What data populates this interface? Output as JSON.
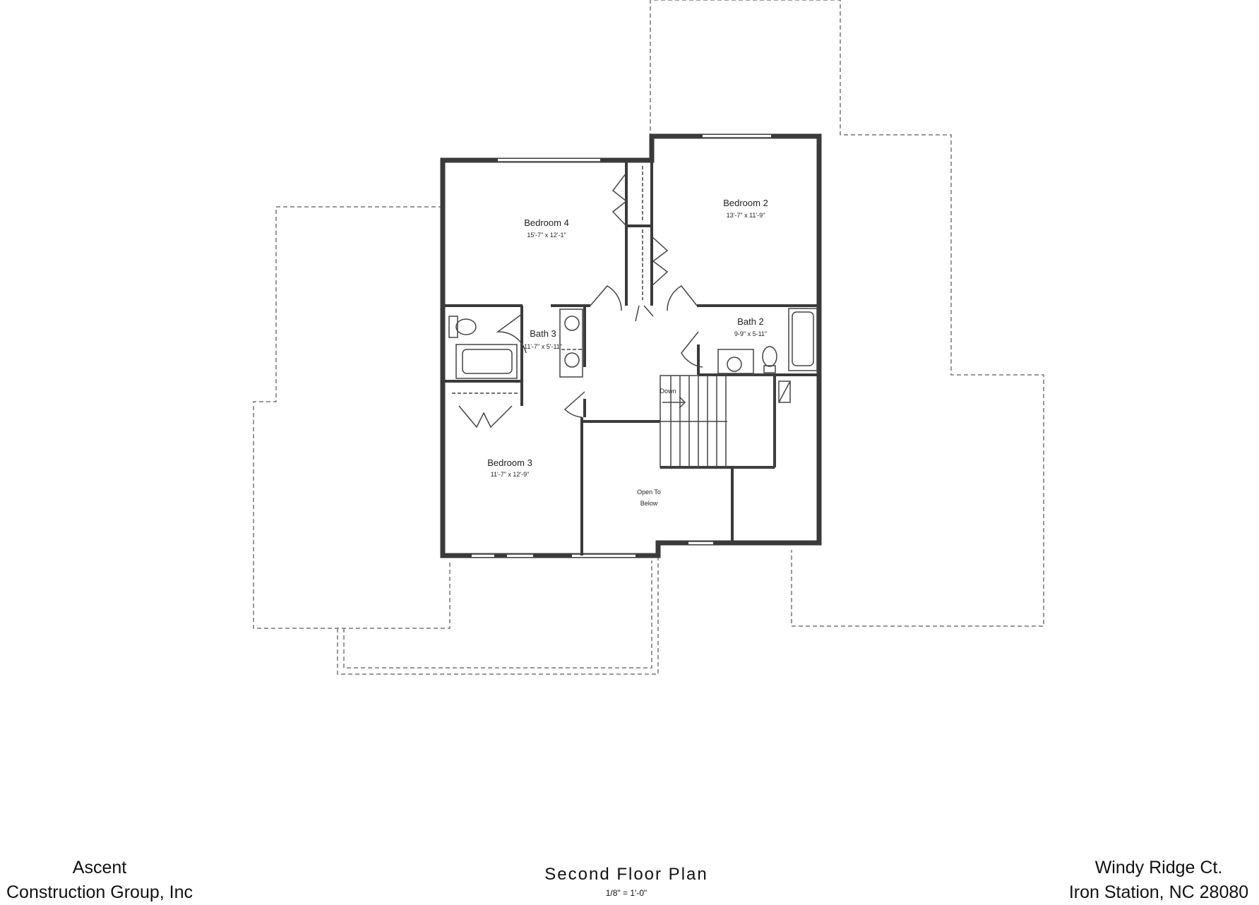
{
  "plan": {
    "title": "Second Floor Plan",
    "scale": "1/8\" = 1'-0\"",
    "rooms": [
      {
        "name": "Bedroom 4",
        "size": "15'-7\" x 12'-1\""
      },
      {
        "name": "Bedroom 2",
        "size": "13'-7\" x 11'-9\""
      },
      {
        "name": "Bath 3",
        "size": "11'-7\" x 5'-11\""
      },
      {
        "name": "Bath 2",
        "size": "9-9\" x 5-11\""
      },
      {
        "name": "Bedroom 3",
        "size": "11'-7\" x 12'-9\""
      }
    ],
    "open_to_below": [
      "Open To",
      "Below"
    ],
    "stair_label": "Down"
  },
  "footer": {
    "builder": [
      "Ascent",
      "Construction Group, Inc"
    ],
    "address": [
      "Windy Ridge Ct.",
      "Iron Station, NC 28080"
    ]
  }
}
